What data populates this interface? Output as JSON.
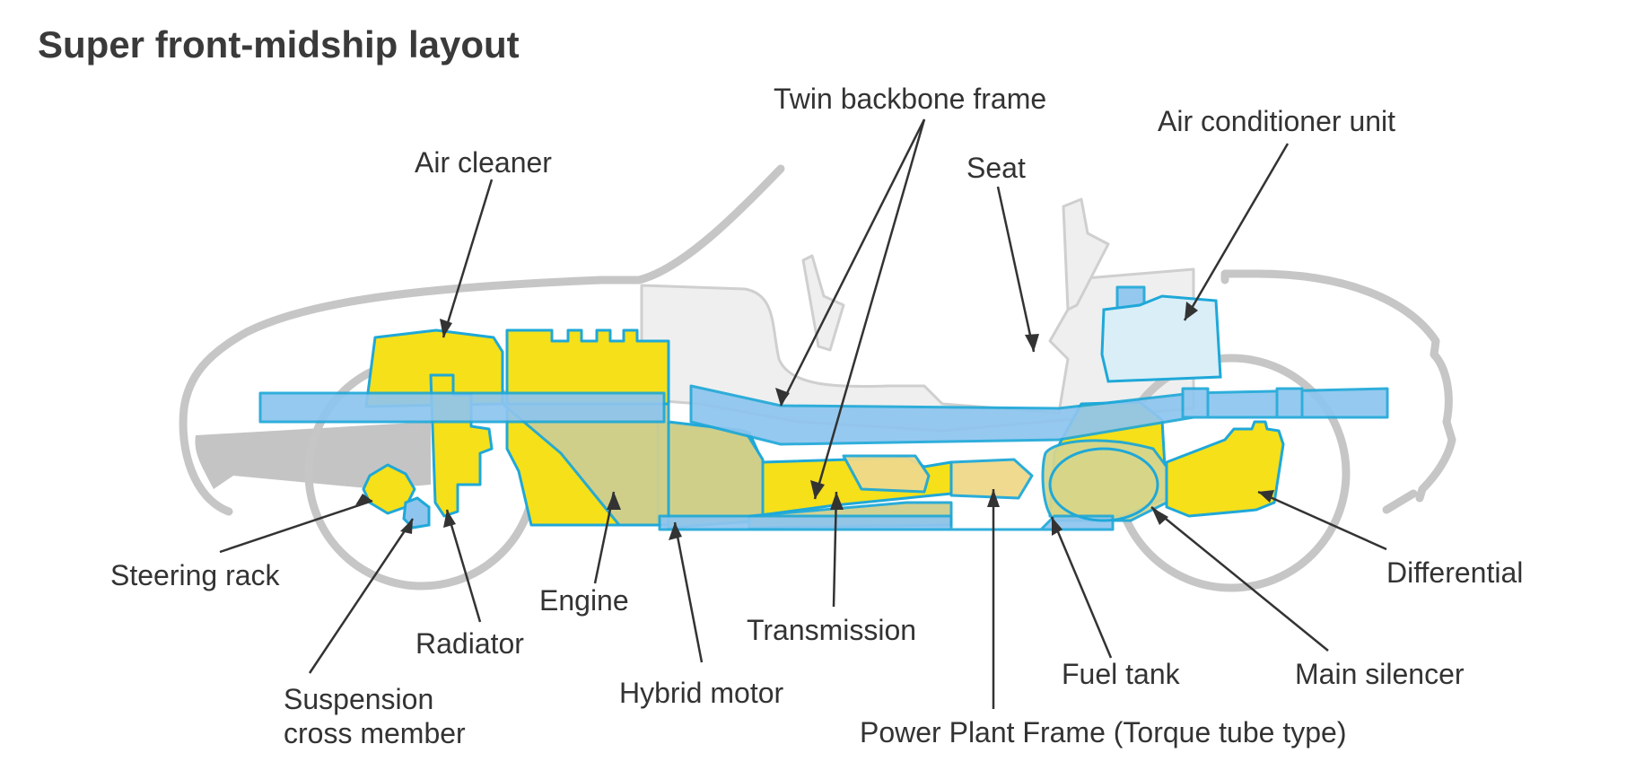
{
  "title": "Super front-midship layout",
  "colors": {
    "frame_blue": "#8ec5ef",
    "frame_stroke": "#1fa8d8",
    "component_yellow": "#f5e01a",
    "overlap_olive": "#c8cb8a",
    "body_outline_gray": "#c6c6c6",
    "seat_light_gray": "#ededed",
    "ac_unit_light_blue": "#d9eef7",
    "label_text": "#333333",
    "leader_line": "#333333"
  },
  "labels": {
    "twin_backbone_frame": "Twin backbone frame",
    "air_conditioner_unit": "Air conditioner unit",
    "air_cleaner": "Air cleaner",
    "seat": "Seat",
    "steering_rack": "Steering rack",
    "engine": "Engine",
    "radiator": "Radiator",
    "suspension_cross_member_line1": "Suspension",
    "suspension_cross_member_line2": "cross member",
    "hybrid_motor": "Hybrid motor",
    "transmission": "Transmission",
    "fuel_tank": "Fuel tank",
    "main_silencer": "Main silencer",
    "differential": "Differential",
    "power_plant_frame": "Power Plant Frame (Torque tube type)"
  }
}
